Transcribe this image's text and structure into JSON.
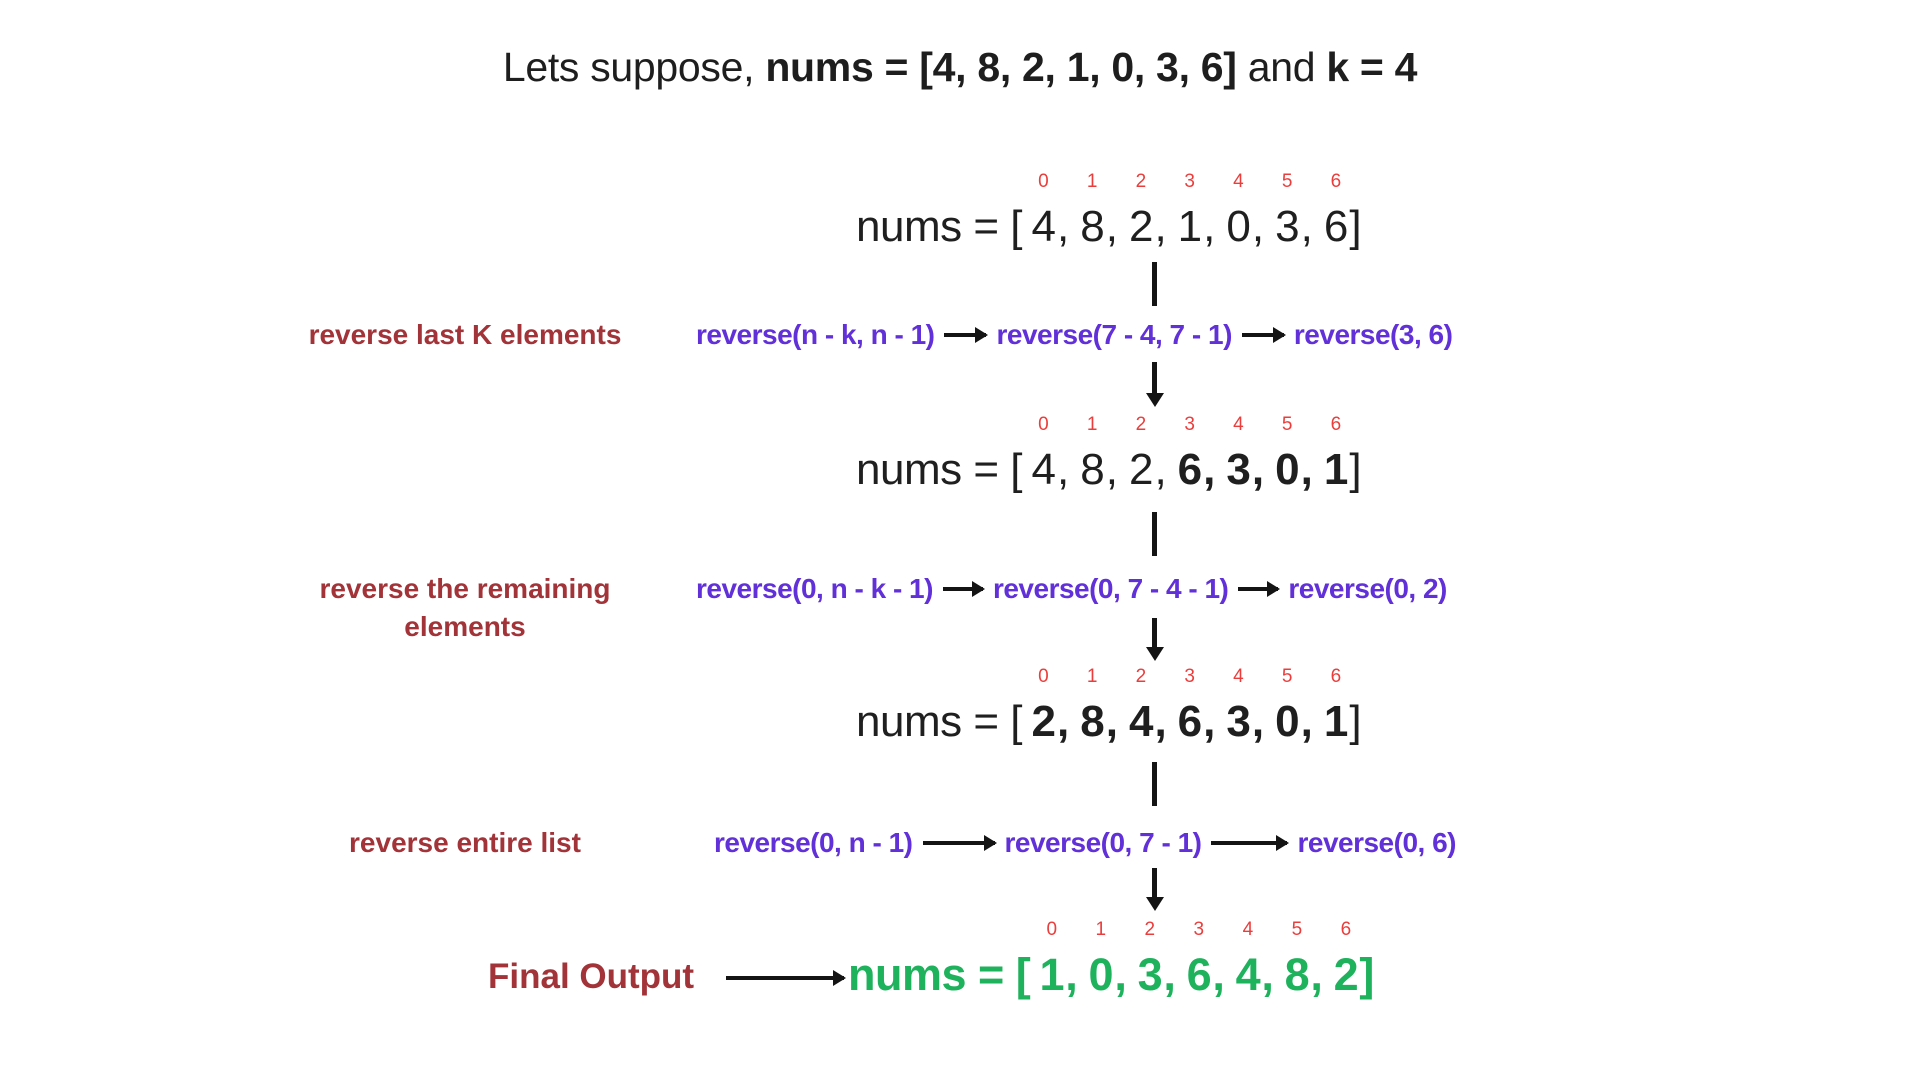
{
  "title": {
    "part1": "Lets suppose, ",
    "nums_bold": "nums = [4, 8, 2, 1, 0, 3, 6]",
    "part2": " and ",
    "k_bold": "k = 4"
  },
  "indices": [
    "0",
    "1",
    "2",
    "3",
    "4",
    "5",
    "6"
  ],
  "arrays": [
    {
      "prefix": "nums = [",
      "elements": [
        {
          "v": "4",
          "sep": ",",
          "b": false
        },
        {
          "v": "8",
          "sep": ",",
          "b": false
        },
        {
          "v": "2",
          "sep": ",",
          "b": false
        },
        {
          "v": "1",
          "sep": ",",
          "b": false
        },
        {
          "v": "0",
          "sep": ",",
          "b": false
        },
        {
          "v": "3",
          "sep": ",",
          "b": false
        },
        {
          "v": "6",
          "sep": "]",
          "b": false
        }
      ]
    },
    {
      "prefix": "nums = [",
      "elements": [
        {
          "v": "4",
          "sep": ",",
          "b": false
        },
        {
          "v": "8",
          "sep": ",",
          "b": false
        },
        {
          "v": "2",
          "sep": ",",
          "b": false
        },
        {
          "v": "6",
          "sep": ",",
          "b": true
        },
        {
          "v": "3",
          "sep": ",",
          "b": true
        },
        {
          "v": "0",
          "sep": ",",
          "b": true
        },
        {
          "v": "1",
          "sep": "]",
          "b": true
        }
      ]
    },
    {
      "prefix": "nums = [",
      "elements": [
        {
          "v": "2",
          "sep": ",",
          "b": true
        },
        {
          "v": "8",
          "sep": ",",
          "b": true
        },
        {
          "v": "4",
          "sep": ",",
          "b": true
        },
        {
          "v": "6",
          "sep": ",",
          "b": true
        },
        {
          "v": "3",
          "sep": ",",
          "b": true
        },
        {
          "v": "0",
          "sep": ",",
          "b": true
        },
        {
          "v": "1",
          "sep": "]",
          "b": true
        }
      ]
    }
  ],
  "steps": [
    {
      "label": "reverse last K elements",
      "exprs": [
        "reverse(n - k, n - 1)",
        "reverse(7 - 4, 7 - 1)",
        "reverse(3, 6)"
      ]
    },
    {
      "label": "reverse the remaining elements",
      "exprs": [
        "reverse(0, n - k - 1)",
        "reverse(0, 7 - 4 - 1)",
        "reverse(0, 2)"
      ]
    },
    {
      "label": "reverse entire list",
      "exprs": [
        "reverse(0, n - 1)",
        "reverse(0, 7 - 1)",
        "reverse(0, 6)"
      ]
    }
  ],
  "final": {
    "label": "Final Output",
    "prefix": "nums = [",
    "elements": [
      {
        "v": "1",
        "sep": ","
      },
      {
        "v": "0",
        "sep": ","
      },
      {
        "v": "3",
        "sep": ","
      },
      {
        "v": "6",
        "sep": ","
      },
      {
        "v": "4",
        "sep": ","
      },
      {
        "v": "8",
        "sep": ","
      },
      {
        "v": "2",
        "sep": "]"
      }
    ]
  },
  "colors": {
    "index_red": "#ea3e3c",
    "label_maroon": "#a23338",
    "expression_purple": "#6130d8",
    "final_green": "#1fb25c",
    "arrow_black": "#141414",
    "text_black": "#1f1f1f"
  }
}
